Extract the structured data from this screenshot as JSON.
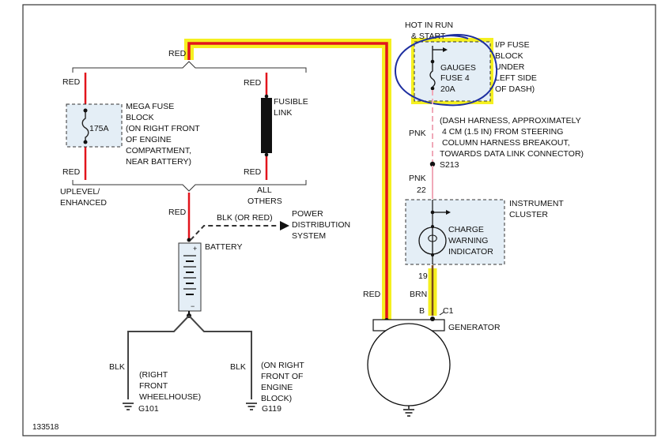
{
  "colors": {
    "wire_red": "#e2141c",
    "highlight": "#f5f020",
    "wire_pink": "#f0a8b8",
    "wire_brown": "#7a4a1c",
    "component_fill": "#e4eef6",
    "pen_annotation": "#1e2fa0",
    "ground_black": "#111111"
  },
  "top_wire": {
    "color_label": "RED"
  },
  "mega_fuse_branch": {
    "top_color": "RED",
    "bottom_color": "RED",
    "rating": "175A",
    "desc": [
      "MEGA FUSE",
      "BLOCK",
      "(ON RIGHT FRONT",
      "OF ENGINE",
      "COMPARTMENT,",
      "NEAR BATTERY)"
    ],
    "variant": [
      "UPLEVEL/",
      "ENHANCED"
    ]
  },
  "fusible_link_branch": {
    "top_color": "RED",
    "bottom_color": "RED",
    "desc": [
      "FUSIBLE",
      "LINK"
    ],
    "variant": [
      "ALL",
      "OTHERS"
    ]
  },
  "battery": {
    "feed_color": "RED",
    "label": "BATTERY",
    "plus": "+",
    "minus": "−",
    "pds_wire": "BLK (OR RED)",
    "pds_label": [
      "POWER",
      "DISTRIBUTION",
      "SYSTEM"
    ]
  },
  "grounds": [
    {
      "wire": "BLK",
      "location": [
        "(RIGHT",
        "FRONT",
        "WHEELHOUSE)"
      ],
      "id": "G101"
    },
    {
      "wire": "BLK",
      "location": [
        "(ON RIGHT",
        "FRONT OF",
        "ENGINE",
        "BLOCK)"
      ],
      "id": "G119"
    }
  ],
  "generator_feed": {
    "color": "RED"
  },
  "fuse_block": {
    "hot_label": [
      "HOT IN RUN",
      "& START"
    ],
    "fuse": [
      "GAUGES",
      "FUSE 4",
      "20A"
    ],
    "location": [
      "I/P FUSE",
      "BLOCK",
      "UNDER",
      "LEFT SIDE",
      "OF DASH)"
    ]
  },
  "splice": {
    "wire_above": "PNK",
    "note": [
      "(DASH HARNESS, APPROXIMATELY",
      "4 CM (1.5 IN) FROM STEERING",
      "COLUMN HARNESS BREAKOUT,",
      "TOWARDS DATA LINK CONNECTOR)"
    ],
    "id": "S213",
    "wire_below": "PNK"
  },
  "cluster": {
    "pin_in": "22",
    "label": [
      "INSTRUMENT",
      "CLUSTER"
    ],
    "indicator": [
      "CHARGE",
      "WARNING",
      "INDICATOR"
    ],
    "pin_out": "19"
  },
  "generator": {
    "wire": "BRN",
    "terminal": "B",
    "connector": "C1",
    "label": "GENERATOR"
  },
  "figure_id": "133518"
}
